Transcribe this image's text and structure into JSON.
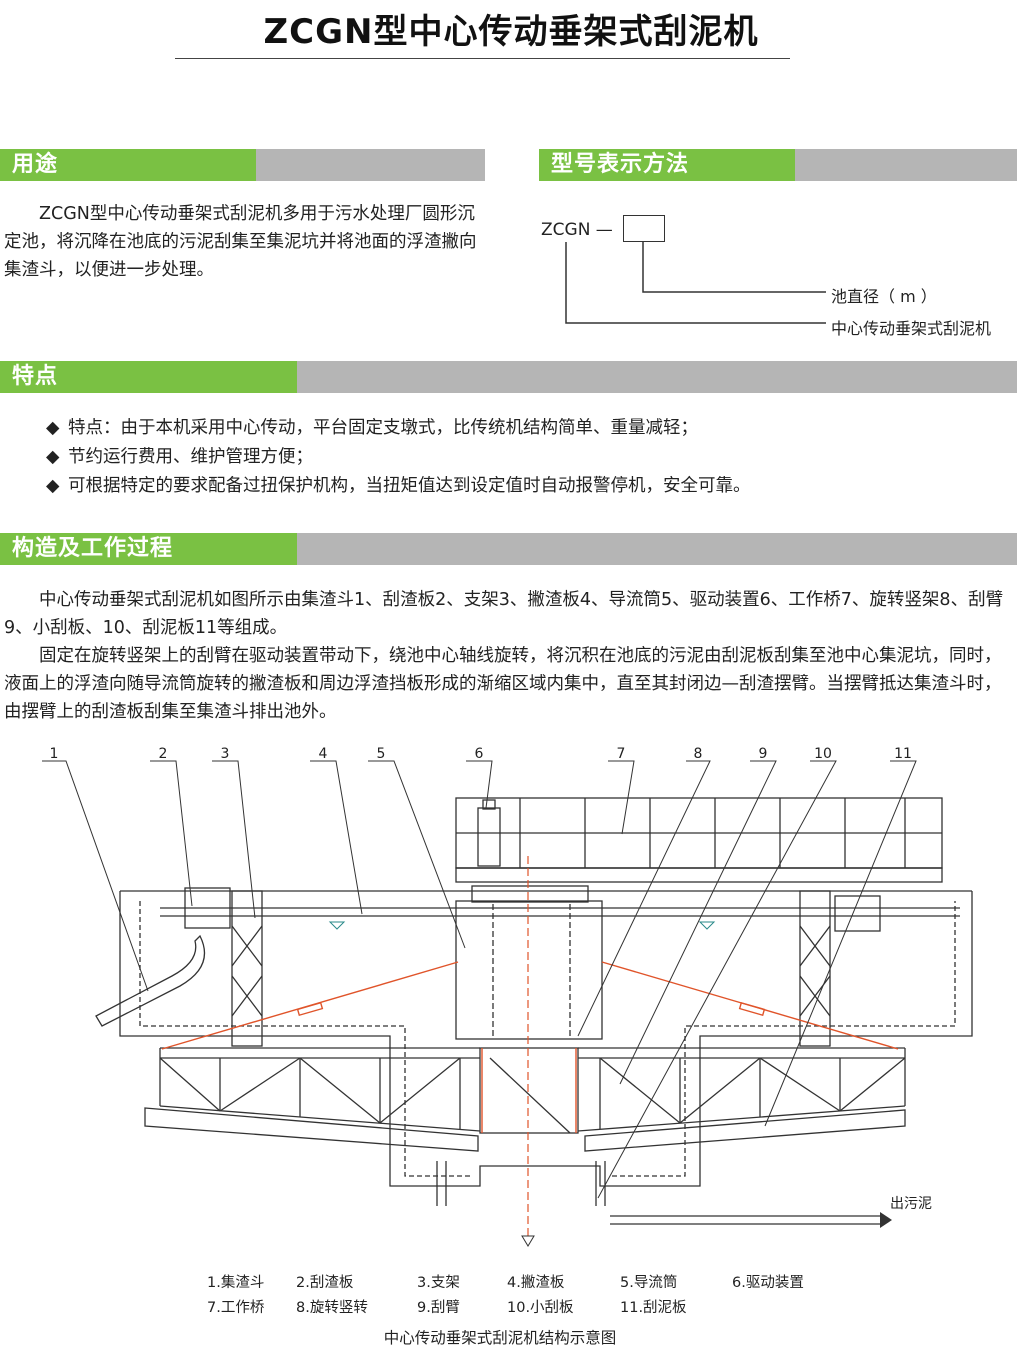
{
  "title": "ZCGN型中心传动垂架式刮泥机",
  "sections": {
    "usage": {
      "label": "用途",
      "text": "ZCGN型中心传动垂架式刮泥机多用于污水处理厂圆形沉定池，将沉降在池底的污泥刮集至集泥坑并将池面的浮渣撇向集渣斗，以便进一步处理。"
    },
    "model": {
      "label": "型号表示方法",
      "code": "ZCGN —",
      "diameter_label": "池直径（ m ）",
      "type_label": "中心传动垂架式刮泥机"
    },
    "features": {
      "label": "特点",
      "bullet": "◆",
      "items": [
        "特点：由于本机采用中心传动，平台固定支墩式，比传统机结构简单、重量减轻；",
        "节约运行费用、维护管理方便；",
        "可根据特定的要求配备过扭保护机构，当扭矩值达到设定值时自动报警停机，安全可靠。"
      ]
    },
    "structure": {
      "label": "构造及工作过程",
      "p1": "中心传动垂架式刮泥机如图所示由集渣斗1、刮渣板2、支架3、撇渣板4、导流筒5、驱动装置6、工作桥7、旋转竖架8、刮臂9、小刮板、10、刮泥板11等组成。",
      "p2": "固定在旋转竖架上的刮臂在驱动装置带动下，绕池中心轴线旋转，将沉积在池底的污泥由刮泥板刮集至池中心集泥坑，同时，液面上的浮渣向随导流筒旋转的撇渣板和周边浮渣挡板形成的渐缩区域内集中，直至其封闭边—刮渣摆臂。当摆臂抵达集渣斗时，由摆臂上的刮渣板刮集至集渣斗排出池外。"
    }
  },
  "diagram": {
    "callouts": [
      "1",
      "2",
      "3",
      "4",
      "5",
      "6",
      "7",
      "8",
      "9",
      "10",
      "11"
    ],
    "outlet_label": "出污泥",
    "legend": [
      [
        "1.集渣斗",
        "2.刮渣板",
        "3.支架",
        "4.撇渣板",
        "5.导流筒",
        "6.驱动装置"
      ],
      [
        "7.工作桥",
        "8.旋转竖转",
        "9.刮臂",
        "10.小刮板",
        "11.刮泥板"
      ]
    ],
    "caption": "中心传动垂架式刮泥机结构示意图",
    "colors": {
      "frame": "#333333",
      "scraper_arm": "#e0542a",
      "accent": "#7ac143",
      "bar_gray": "#b5b5b5"
    }
  }
}
